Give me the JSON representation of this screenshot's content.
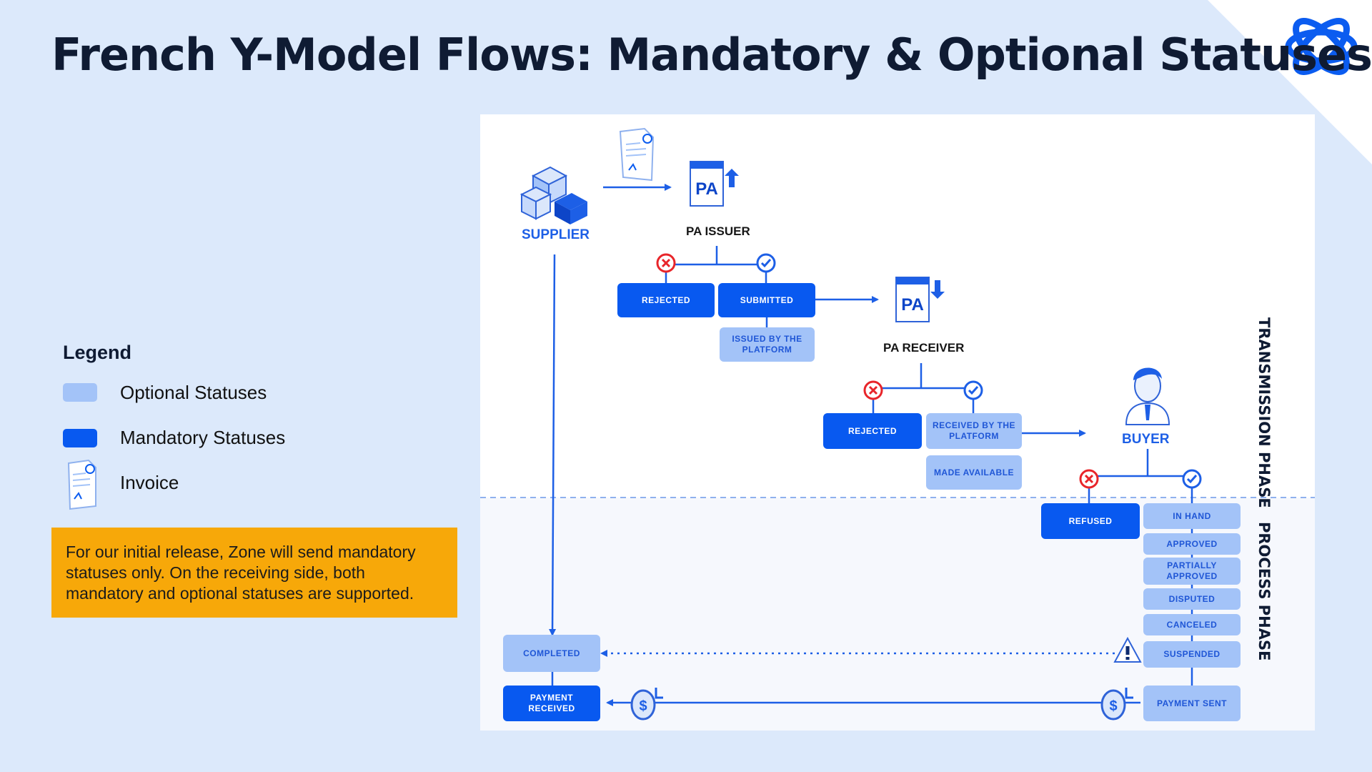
{
  "title": "French Y-Model Flows: Mandatory & Optional Statuses",
  "colors": {
    "mandatory": "#0859f0",
    "optional": "#a3c3f8",
    "note_bg": "#f7a809",
    "arrow": "#1d5fe6"
  },
  "legend": {
    "title": "Legend",
    "items": [
      {
        "label": "Optional Statuses",
        "icon": "optional-swatch"
      },
      {
        "label": "Mandatory Statuses",
        "icon": "mandatory-swatch"
      },
      {
        "label": "Invoice",
        "icon": "invoice-icon"
      }
    ]
  },
  "note": "For our initial release, Zone will send mandatory statuses only. On the receiving side, both mandatory and optional statuses are supported.",
  "phases": {
    "transmission": "TRANSMISSION PHASE",
    "process": "PROCESS PHASE"
  },
  "nodes": {
    "supplier": "SUPPLIER",
    "pa_issuer": "PA ISSUER",
    "pa_receiver": "PA RECEIVER",
    "buyer": "BUYER",
    "pa_badge": "PA"
  },
  "statuses": {
    "issuer_rejected": "REJECTED",
    "submitted": "SUBMITTED",
    "issued_by_platform": "ISSUED BY THE PLATFORM",
    "receiver_rejected": "REJECTED",
    "received_by_platform": "RECEIVED BY THE PLATFORM",
    "made_available": "MADE AVAILABLE",
    "refused": "REFUSED",
    "in_hand": "IN HAND",
    "approved": "APPROVED",
    "partially_approved": "PARTIALLY APPROVED",
    "disputed": "DISPUTED",
    "canceled": "CANCELED",
    "suspended": "SUSPENDED",
    "completed": "COMPLETED",
    "payment_received": "PAYMENT RECEIVED",
    "payment_sent": "PAYMENT SENT"
  }
}
